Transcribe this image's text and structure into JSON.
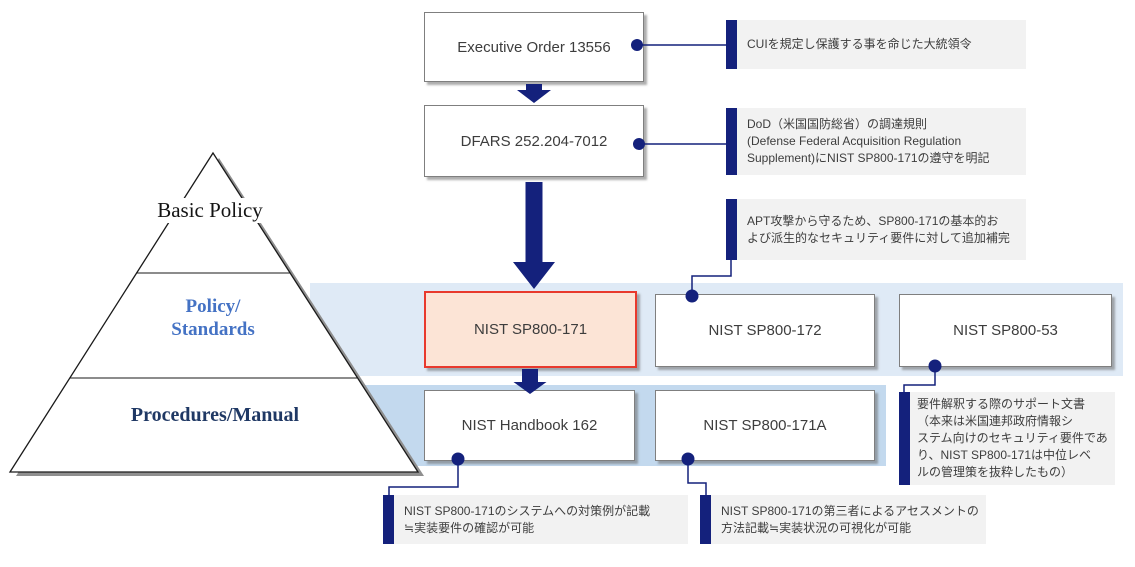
{
  "pyramid": {
    "levels": [
      {
        "id": "basic-policy",
        "label": "Basic Policy"
      },
      {
        "id": "policy-standards",
        "label": "Policy/\nStandards"
      },
      {
        "id": "procedures-manual",
        "label": "Procedures/Manual"
      }
    ]
  },
  "boxes": {
    "executive_order": {
      "label": "Executive Order 13556"
    },
    "dfars": {
      "label": "DFARS 252.204-7012"
    },
    "sp800_171": {
      "label": "NIST SP800-171",
      "highlighted": true
    },
    "sp800_172": {
      "label": "NIST SP800-172"
    },
    "sp800_53": {
      "label": "NIST SP800-53"
    },
    "handbook_162": {
      "label": "NIST Handbook 162"
    },
    "sp800_171a": {
      "label": "NIST SP800-171A"
    }
  },
  "notes": {
    "executive_order": {
      "text": "CUIを規定し保護する事を命じた大統領令"
    },
    "dfars": {
      "text": "DoD（米国国防総省）の調達規則\n(Defense Federal Acquisition Regulation\nSupplement)にNIST SP800-171の遵守を明記"
    },
    "sp800_172": {
      "text": "APT攻撃から守るため、SP800-171の基本的お\nよび派生的なセキュリティ要件に対して追加補完"
    },
    "sp800_53": {
      "text": "要件解釈する際のサポート文書\n（本来は米国連邦政府情報シ\nステム向けのセキュリティ要件であ\nり、NIST SP800-171は中位レベ\nルの管理策を抜粋したもの）"
    },
    "handbook_162": {
      "text": "NIST SP800-171のシステムへの対策例が記載\n≒実装要件の確認が可能"
    },
    "sp800_171a": {
      "text": "NIST SP800-171の第三者によるアセスメントの\n方法記載≒実装状況の可視化が可能"
    }
  },
  "colors": {
    "accent_navy": "#14217C",
    "highlight_border": "#E8392D",
    "highlight_fill": "#FCE4D6",
    "band_policy_standards": "#DFEAF6",
    "band_procedures_manual": "#C3D9EE",
    "note_background": "#F2F2F2",
    "box_border": "#7F7F7F",
    "policy_label_color": "#4472C4",
    "procedures_label_color": "#1F3864"
  }
}
